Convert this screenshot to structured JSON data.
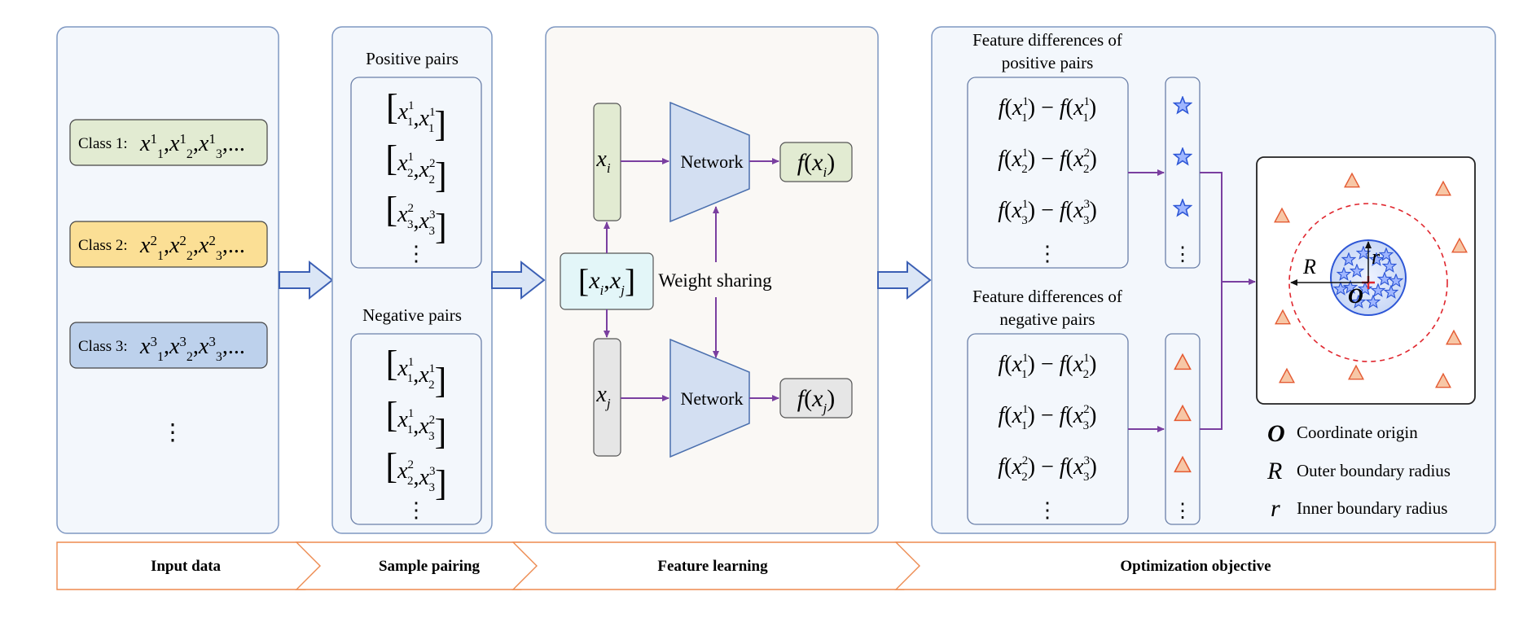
{
  "sections": {
    "input": {
      "classes": [
        {
          "label": "Class 1:",
          "fill": "#e2ebd2",
          "superscript": "1"
        },
        {
          "label": "Class 2:",
          "fill": "#fbdf95",
          "superscript": "2"
        },
        {
          "label": "Class 3:",
          "fill": "#bdd1ec",
          "superscript": "3"
        }
      ],
      "ellipsis": "⋮"
    },
    "pairing": {
      "positive_title": "Positive pairs",
      "negative_title": "Negative pairs",
      "positive_pairs": [
        [
          "1",
          "1",
          "1",
          "1"
        ],
        [
          "1",
          "2",
          "2",
          "2"
        ],
        [
          "2",
          "3",
          "3",
          "3"
        ]
      ],
      "negative_pairs": [
        [
          "1",
          "1",
          "1",
          "2"
        ],
        [
          "1",
          "1",
          "2",
          "3"
        ],
        [
          "2",
          "2",
          "3",
          "3"
        ]
      ]
    },
    "learning": {
      "input_i": "x",
      "input_j": "x",
      "network_label": "Network",
      "pair_label": "x",
      "weight_sharing": "Weight sharing",
      "output_i": "f",
      "output_j": "f"
    },
    "optimization": {
      "positive_title_line1": "Feature differences of",
      "positive_title_line2": "positive pairs",
      "negative_title_line1": "Feature differences of",
      "negative_title_line2": "negative pairs",
      "positive_diffs": [
        [
          "1",
          "1",
          "1",
          "1"
        ],
        [
          "1",
          "2",
          "2",
          "2"
        ],
        [
          "1",
          "3",
          "3",
          "3"
        ]
      ],
      "negative_diffs": [
        [
          "1",
          "1",
          "1",
          "2"
        ],
        [
          "1",
          "1",
          "2",
          "3"
        ],
        [
          "2",
          "2",
          "3",
          "3"
        ]
      ],
      "legend": [
        {
          "symbol": "O",
          "text": "Coordinate origin"
        },
        {
          "symbol": "R",
          "text": "Outer boundary radius"
        },
        {
          "symbol": "r",
          "text": "Inner boundary radius"
        }
      ],
      "label_R": "R",
      "label_r": "r",
      "label_O": "O"
    }
  },
  "stages": [
    "Input data",
    "Sample pairing",
    "Feature learning",
    "Optimization objective"
  ],
  "colors": {
    "panel_stroke": "#7f98c2",
    "panel_fill_light": "#f3f7fc",
    "panel_fill_warm": "#faf8f5",
    "arrow_purple": "#7a3fa0",
    "stage_stroke": "#ed8a4f",
    "big_arrow_fill": "#dbe6f6",
    "big_arrow_stroke": "#3b5fb4",
    "star_blue": "#2d56d6",
    "triangle_fill": "#f7c7a6",
    "triangle_stroke": "#e45b33",
    "circle_dash": "#e0262e"
  }
}
